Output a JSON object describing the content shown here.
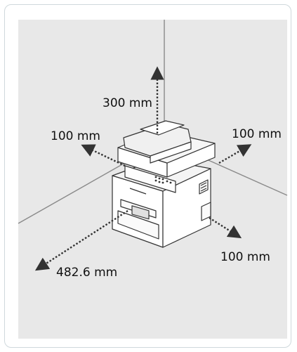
{
  "diagram": {
    "labels": {
      "top": "300 mm",
      "left": "100 mm",
      "right": "100 mm",
      "back_right": "100 mm",
      "front": "482.6 mm"
    },
    "colors": {
      "background_panel": "#e8e8e8",
      "corner_lines": "#8a8a8a",
      "arrows": "#333333",
      "frame_border": "#cfd8dc"
    }
  }
}
